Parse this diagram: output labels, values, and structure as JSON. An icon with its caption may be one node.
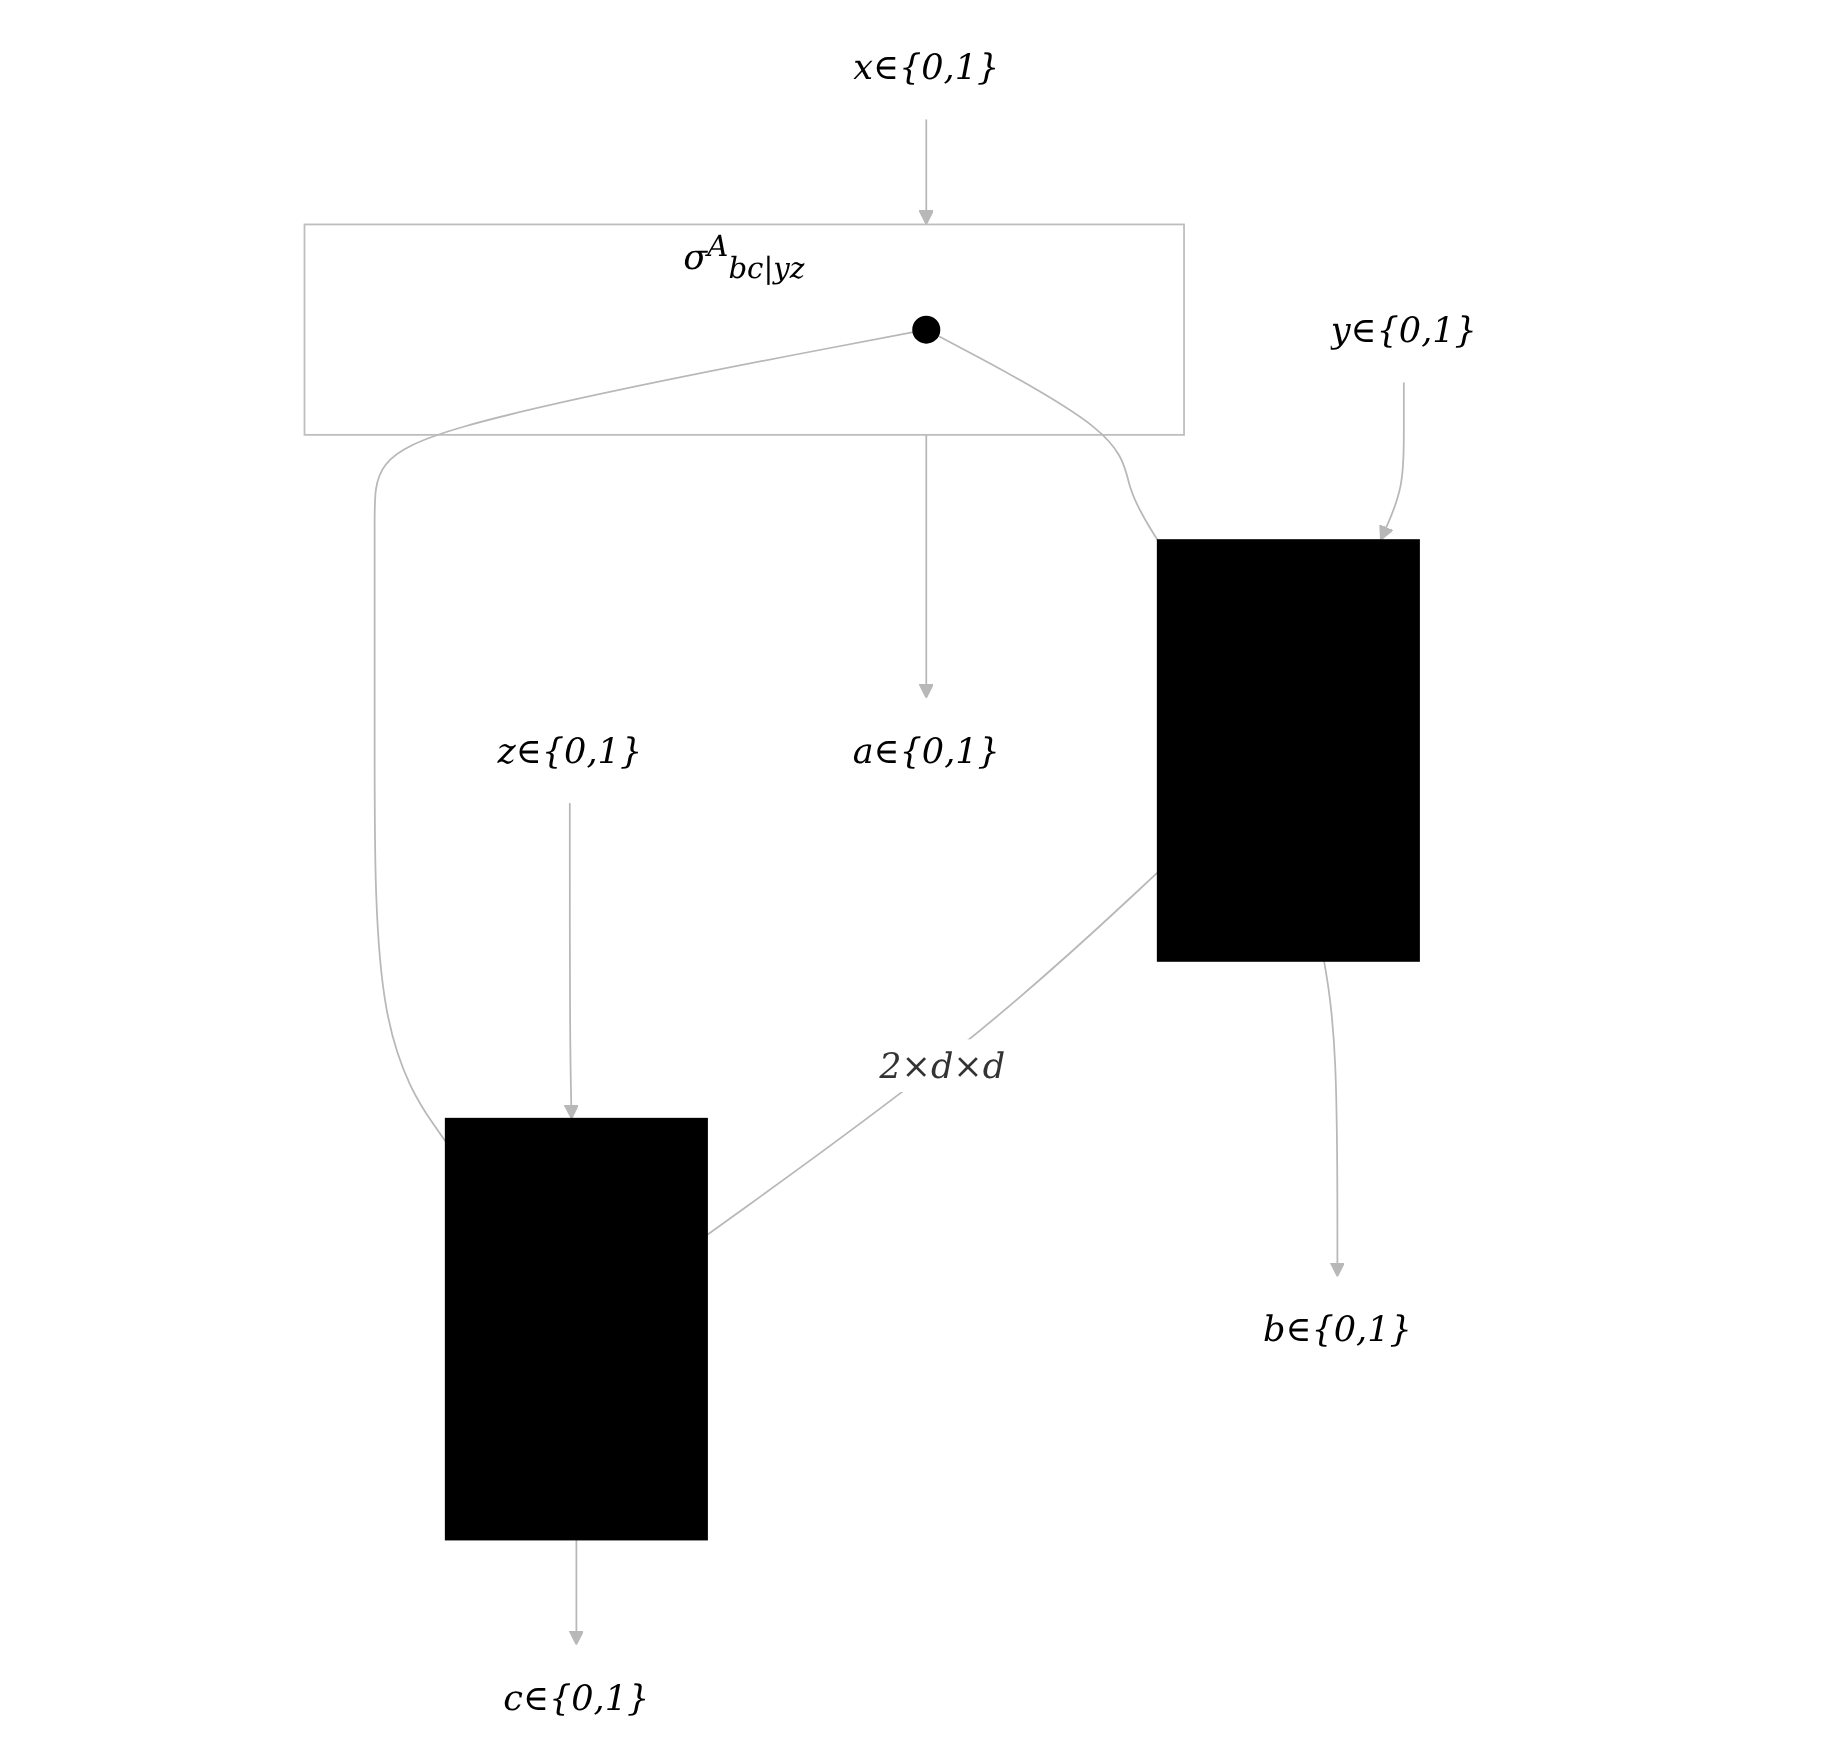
{
  "diagram": {
    "nodes": [
      {
        "text": [
          "x∈{0,1}"
        ]
      },
      {
        "text": [
          "σ$^{A}$$_{bc|yz}$"
        ]
      },
      {
        "text": [],
        "shape": "circle",
        "in": 1
      },
      {
        "text": [
          "y∈{0,1}"
        ]
      },
      {
        "text": [
          "z∈{0,1}"
        ]
      },
      {
        "text": [],
        "shape": "box"
      },
      {
        "text": [
          "a∈{0,1}"
        ]
      },
      {
        "text": [],
        "shape": "box"
      },
      {
        "text": [
          "b∈{0,1}"
        ]
      },
      {
        "text": [
          "c∈{0,1}"
        ]
      }
    ],
    "edges": [
      {
        "from": 0,
        "to": 1,
        "arrow": "to"
      },
      {
        "from": 2,
        "to": 5,
        "arrow": "none"
      },
      {
        "from": 2,
        "to": 7,
        "arrow": "none"
      },
      {
        "from": 1,
        "to": 6,
        "arrow": "to"
      },
      {
        "from": 3,
        "to": 5,
        "arrow": "to"
      },
      {
        "from": 4,
        "to": 7,
        "arrow": "to"
      },
      {
        "from": 5,
        "to": 7,
        "arrow": "none",
        "label": "2×d×d"
      },
      {
        "from": 5,
        "to": 8,
        "arrow": "to"
      },
      {
        "from": 7,
        "to": 9,
        "arrow": "to"
      }
    ]
  }
}
